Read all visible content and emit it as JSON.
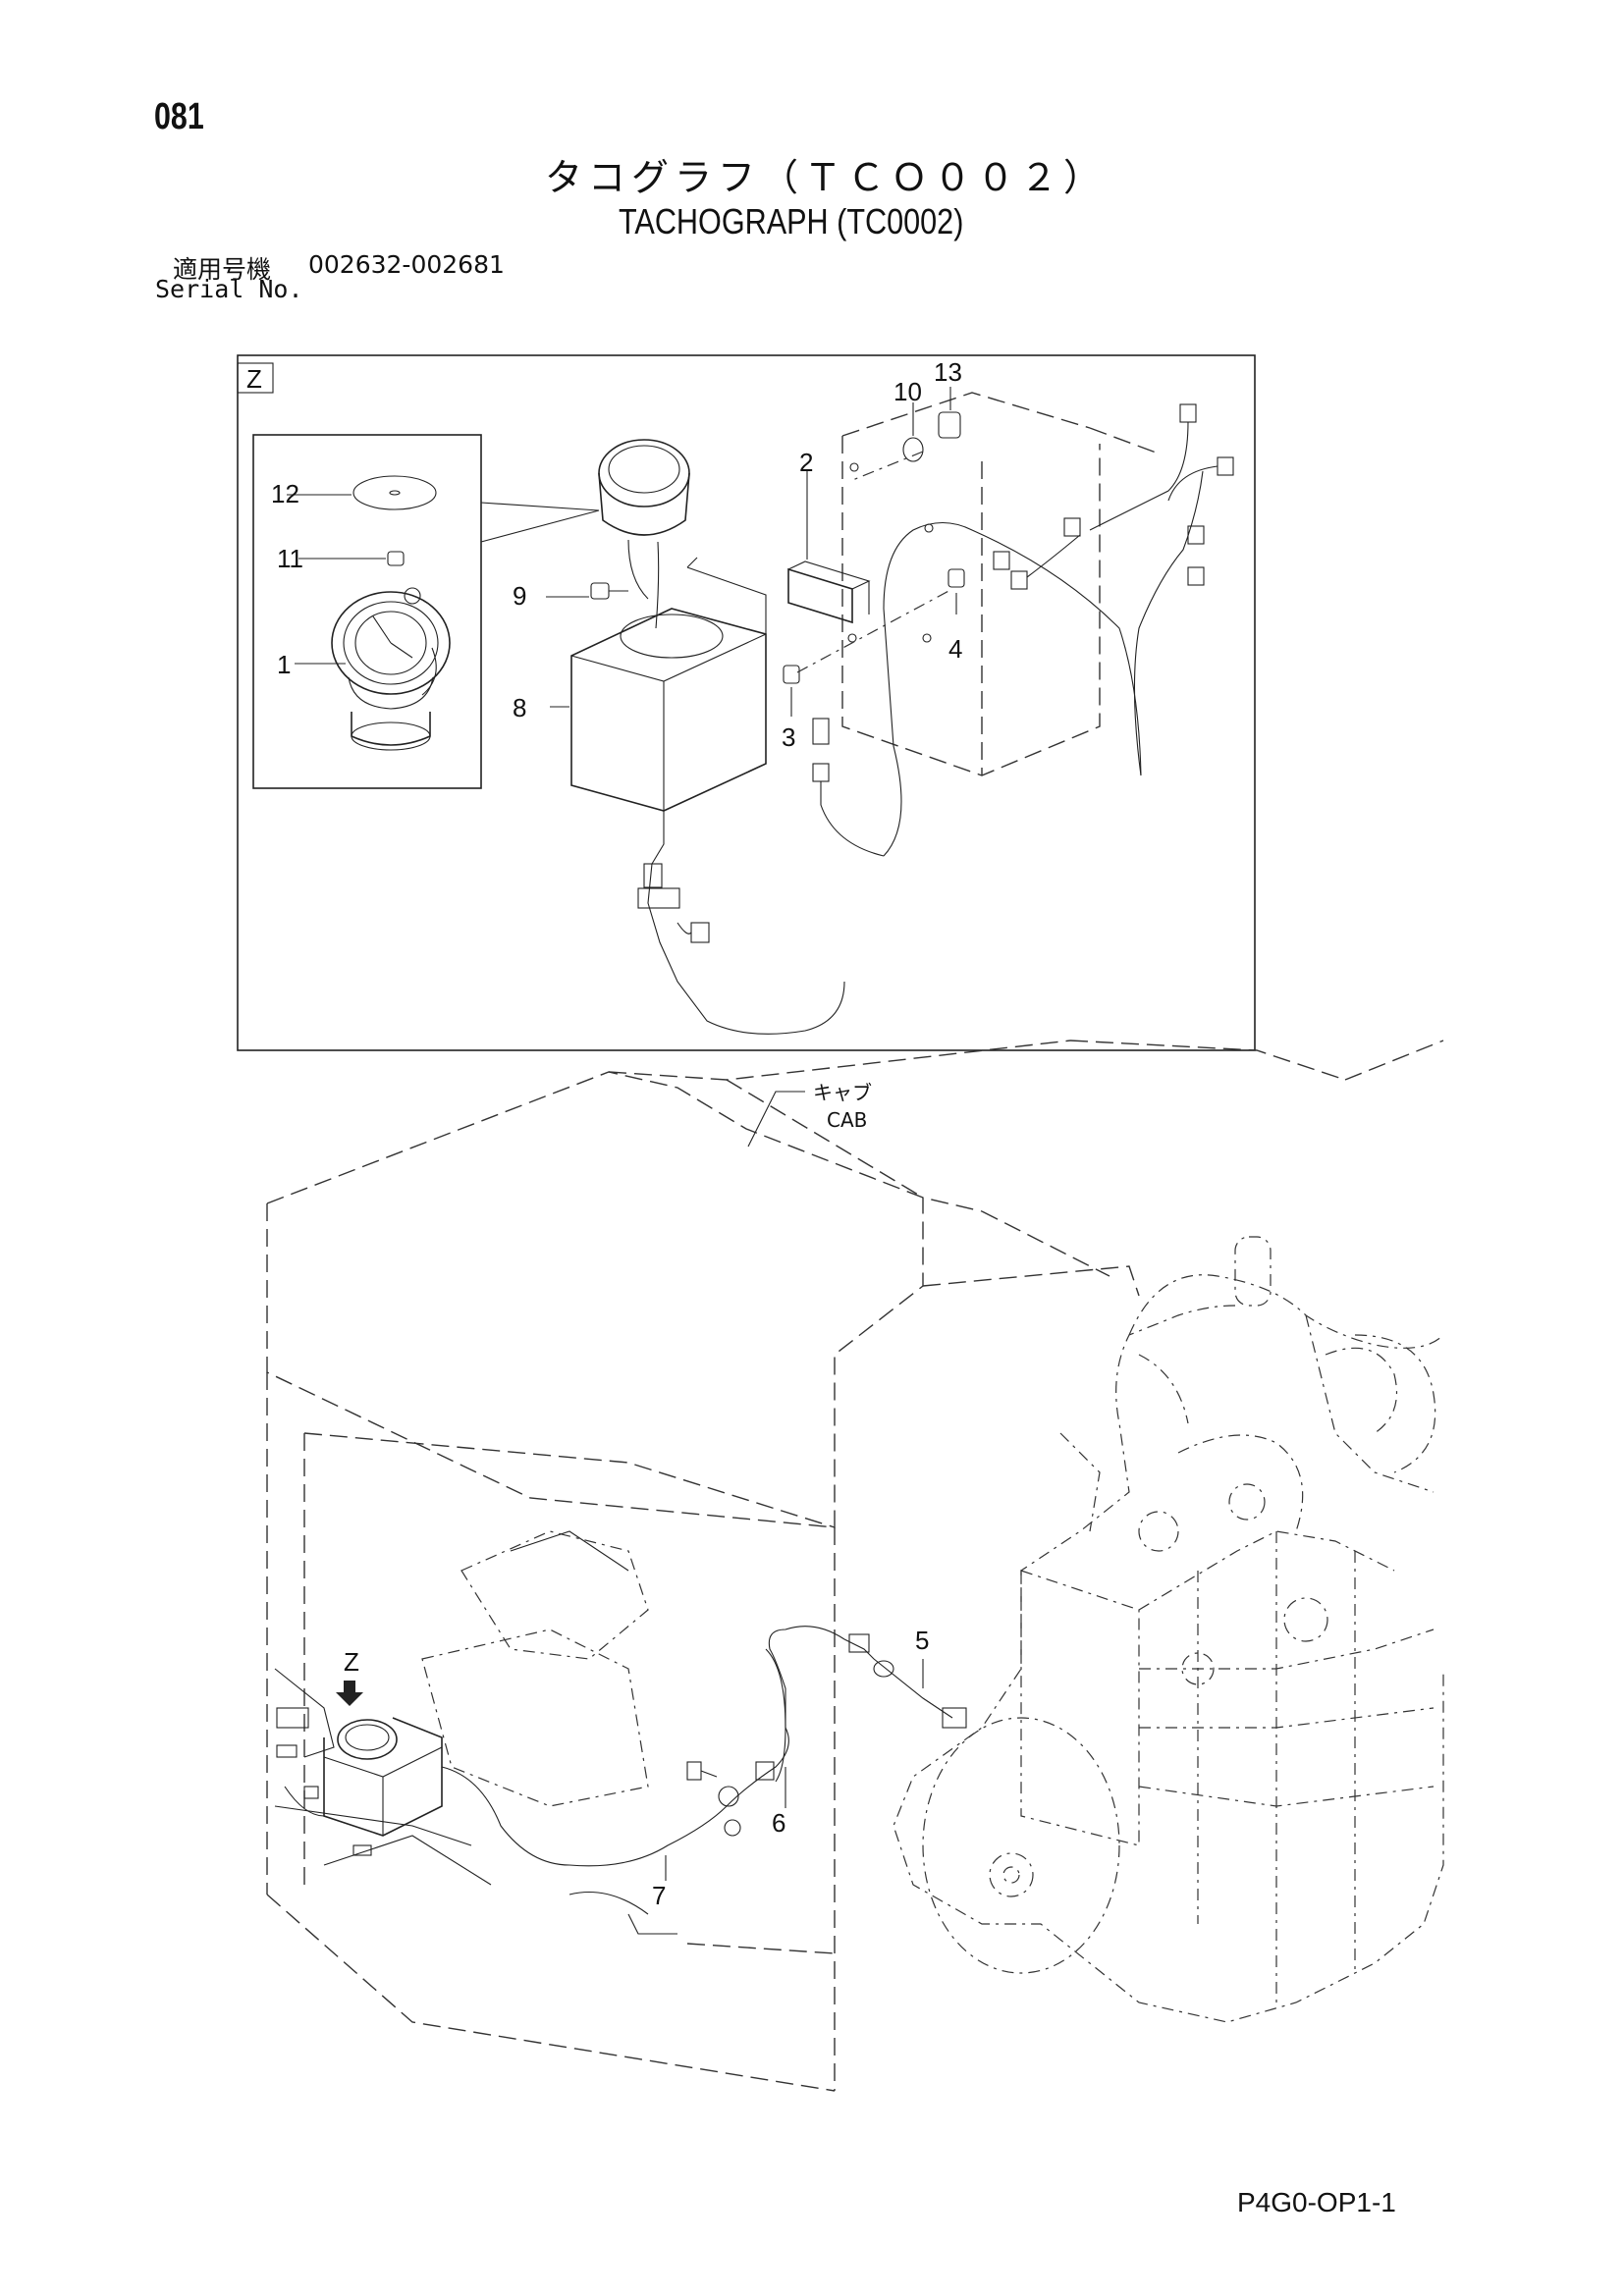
{
  "page_number": "081",
  "title_jp": "タコグラフ（ＴＣＯ００２）",
  "title_en": "TACHOGRAPH (TC0002)",
  "serial": {
    "label_jp": "適用号機",
    "label_en": "Serial No.",
    "range": "002632-002681"
  },
  "detail_view": {
    "view_letter": "Z",
    "callouts": [
      "1",
      "2",
      "3",
      "4",
      "8",
      "9",
      "10",
      "11",
      "12",
      "13"
    ]
  },
  "main_view": {
    "view_marker": "Z",
    "cab_label_jp": "キャブ",
    "cab_label_en": "CAB",
    "callouts": [
      "5",
      "6",
      "7"
    ]
  },
  "footer_code": "P4G0-OP1-1"
}
